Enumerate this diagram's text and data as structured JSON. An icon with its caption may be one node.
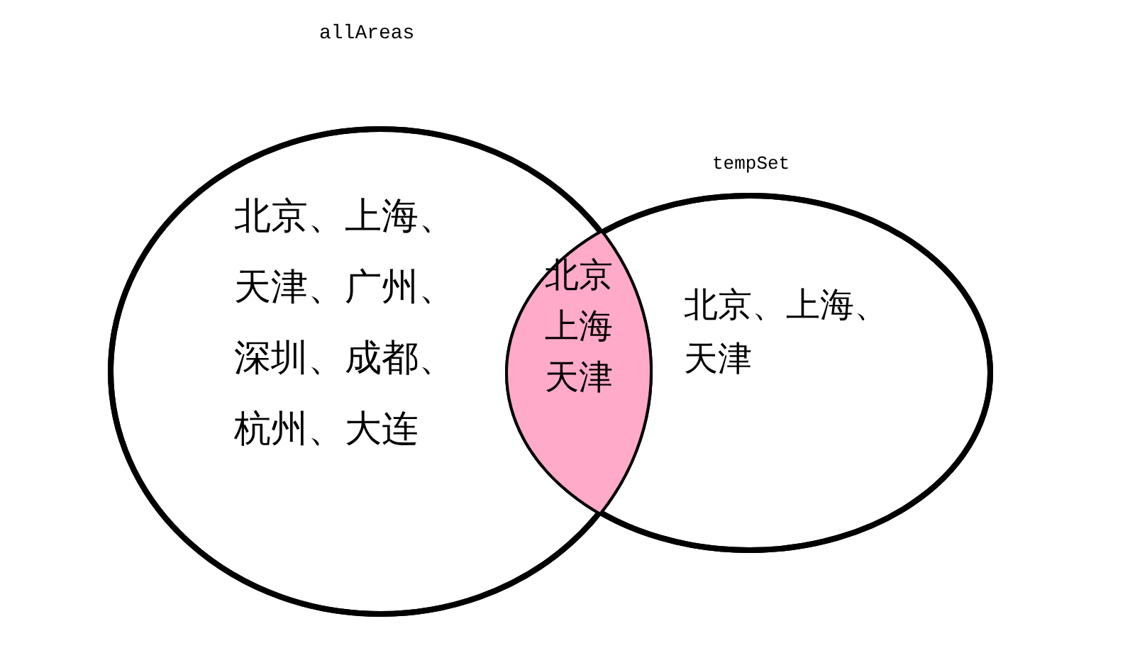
{
  "diagram": {
    "nodes": [
      {
        "text": [
          "allAreas",
          "北京、上海、天津、广州、深圳、成都、杭州、大连"
        ]
      },
      {
        "text": [
          "tempSet",
          "北京、上海、天津"
        ]
      },
      {
        "text": [
          "北京上海天津"
        ]
      }
    ]
  }
}
